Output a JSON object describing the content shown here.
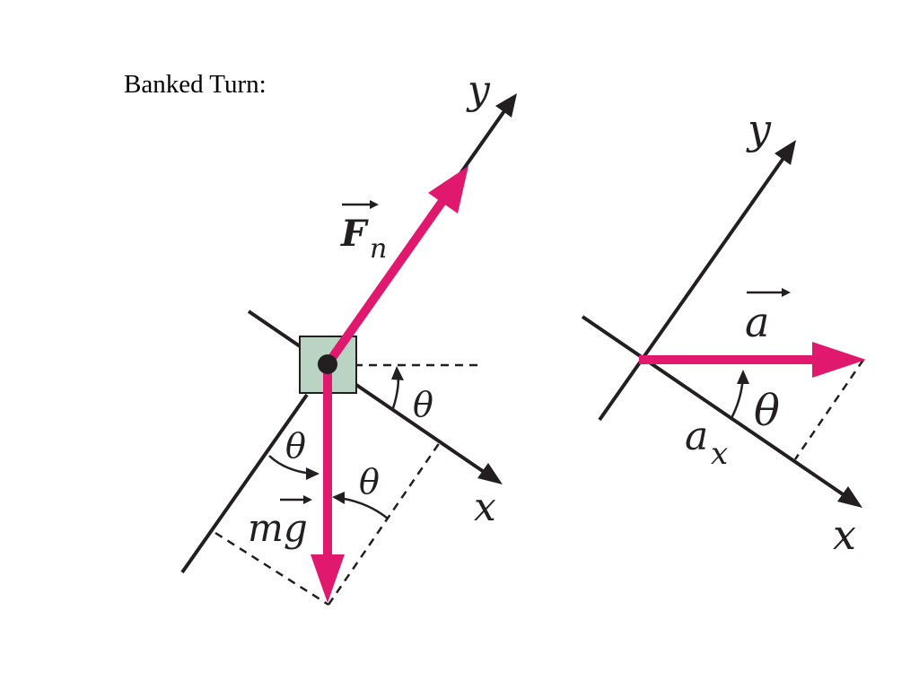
{
  "title": "Banked Turn:",
  "colors": {
    "vector": "#e0196e",
    "axis": "#231f20",
    "block_fill": "#b9d4c2",
    "block_stroke": "#231f20",
    "background": "#ffffff"
  },
  "left_diagram": {
    "axis_x_label": "x",
    "axis_y_label": "y",
    "normal_force": {
      "symbol": "F",
      "subscript": "n"
    },
    "weight": {
      "symbol": "mg"
    },
    "angle_labels": [
      "θ",
      "θ",
      "θ"
    ]
  },
  "right_diagram": {
    "axis_x_label": "x",
    "axis_y_label": "y",
    "acceleration": {
      "symbol": "a"
    },
    "component": {
      "symbol": "a",
      "subscript": "x"
    },
    "angle_label": "θ"
  }
}
